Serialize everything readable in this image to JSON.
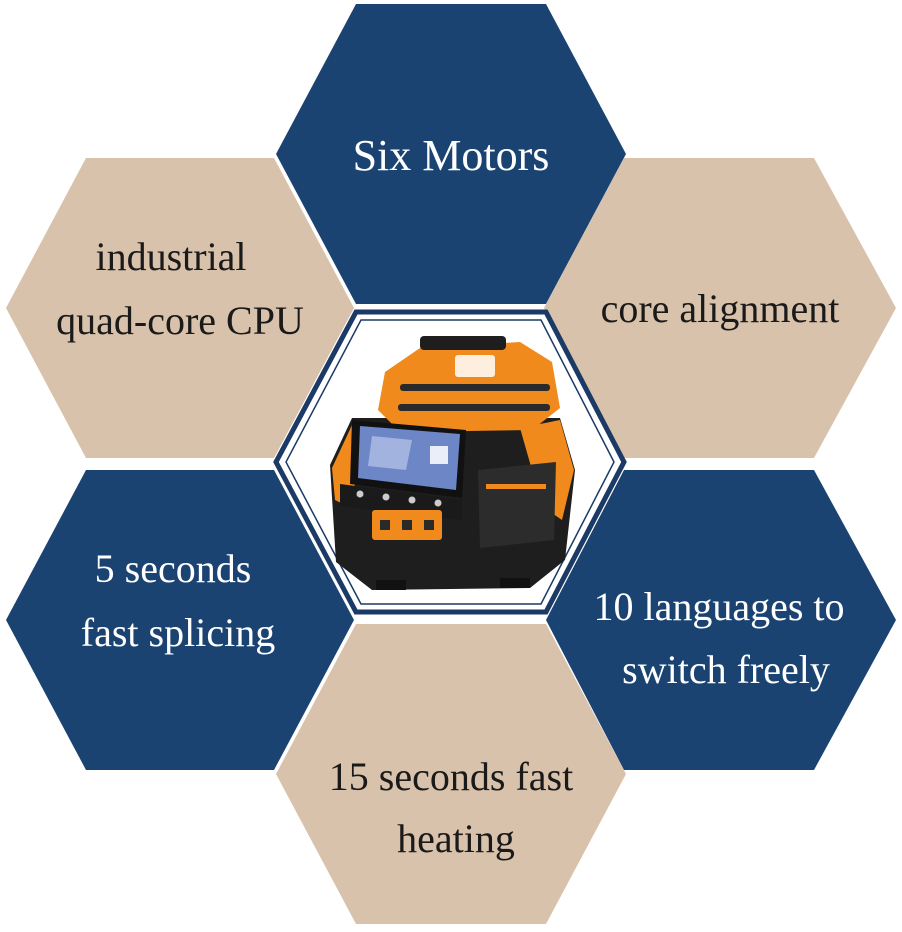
{
  "colors": {
    "navy": "#1b4372",
    "tan": "#d8c2ab",
    "navy_text": "#ffffff",
    "tan_text": "#1a1a1a",
    "center_border": "#1b3a66",
    "device_orange": "#f08a1c",
    "device_black": "#1e1e1e"
  },
  "features": {
    "top": {
      "lines": [
        "Six Motors"
      ]
    },
    "upper_left": {
      "lines": [
        "industrial",
        "quad-core CPU"
      ]
    },
    "upper_right": {
      "lines": [
        "core alignment"
      ]
    },
    "lower_left": {
      "lines": [
        "5 seconds",
        "fast splicing"
      ]
    },
    "lower_right": {
      "lines": [
        "10 languages to",
        "switch freely"
      ]
    },
    "bottom": {
      "lines": [
        "15 seconds fast",
        "heating"
      ]
    }
  },
  "center": {
    "image": "fusion-splicer-device"
  }
}
